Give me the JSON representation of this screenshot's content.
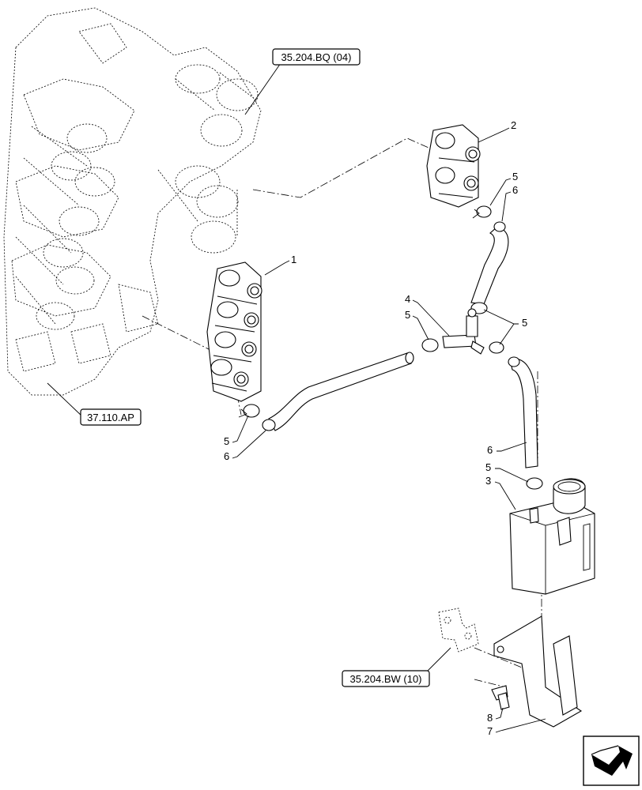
{
  "references": {
    "top": "35.204.BQ (04)",
    "left": "37.110.AP",
    "bottom": "35.204.BW (10)"
  },
  "callouts": {
    "c1": "1",
    "c2": "2",
    "c3": "3",
    "c4": "4",
    "c5a": "5",
    "c5b": "5",
    "c5c": "5",
    "c5d": "5",
    "c5e": "5",
    "c6a": "6",
    "c6b": "6",
    "c6c": "6",
    "c7": "7",
    "c8": "8"
  },
  "icons": {
    "nav": "next-page-arrow-icon"
  }
}
